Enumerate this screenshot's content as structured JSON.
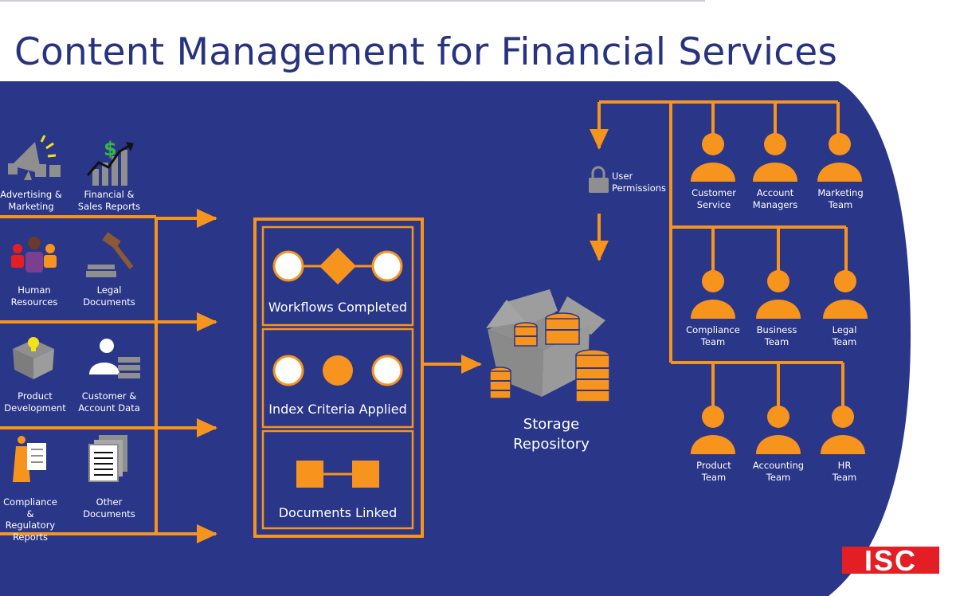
{
  "title": "Content Management for Financial Services",
  "colors": {
    "background": "#2a3688",
    "accent": "#f7941d",
    "grey": "#8f8f8f",
    "logo_red": "#e31e24",
    "title": "#27337f"
  },
  "sources": [
    {
      "icon": "megaphone-icon",
      "line1": "Advertising &",
      "line2": "Marketing"
    },
    {
      "icon": "growth-chart-icon",
      "line1": "Financial &",
      "line2": "Sales Reports"
    },
    {
      "icon": "people-icon",
      "line1": "Human",
      "line2": "Resources"
    },
    {
      "icon": "gavel-icon",
      "line1": "Legal",
      "line2": "Documents"
    },
    {
      "icon": "lightbulb-box-icon",
      "line1": "Product",
      "line2": "Development"
    },
    {
      "icon": "customer-data-icon",
      "line1": "Customer &",
      "line2": "Account Data"
    },
    {
      "icon": "clipboard-person-icon",
      "line1": "Compliance &",
      "line2": "Regulatory",
      "line3": "Reports"
    },
    {
      "icon": "documents-icon",
      "line1": "Other",
      "line2": "Documents"
    }
  ],
  "process": {
    "workflows": "Workflows Completed",
    "index": "Index Criteria Applied",
    "linked": "Documents Linked"
  },
  "storage": {
    "line1": "Storage",
    "line2": "Repository"
  },
  "permissions": {
    "icon": "lock-icon",
    "line1": "User",
    "line2": "Permissions"
  },
  "teams": [
    {
      "line1": "Customer",
      "line2": "Service"
    },
    {
      "line1": "Account",
      "line2": "Managers"
    },
    {
      "line1": "Marketing",
      "line2": "Team"
    },
    {
      "line1": "Compliance",
      "line2": "Team"
    },
    {
      "line1": "Business",
      "line2": "Team"
    },
    {
      "line1": "Legal",
      "line2": "Team"
    },
    {
      "line1": "Product",
      "line2": "Team"
    },
    {
      "line1": "Accounting",
      "line2": "Team"
    },
    {
      "line1": "HR",
      "line2": "Team"
    }
  ],
  "logo": {
    "text": "ISC"
  }
}
